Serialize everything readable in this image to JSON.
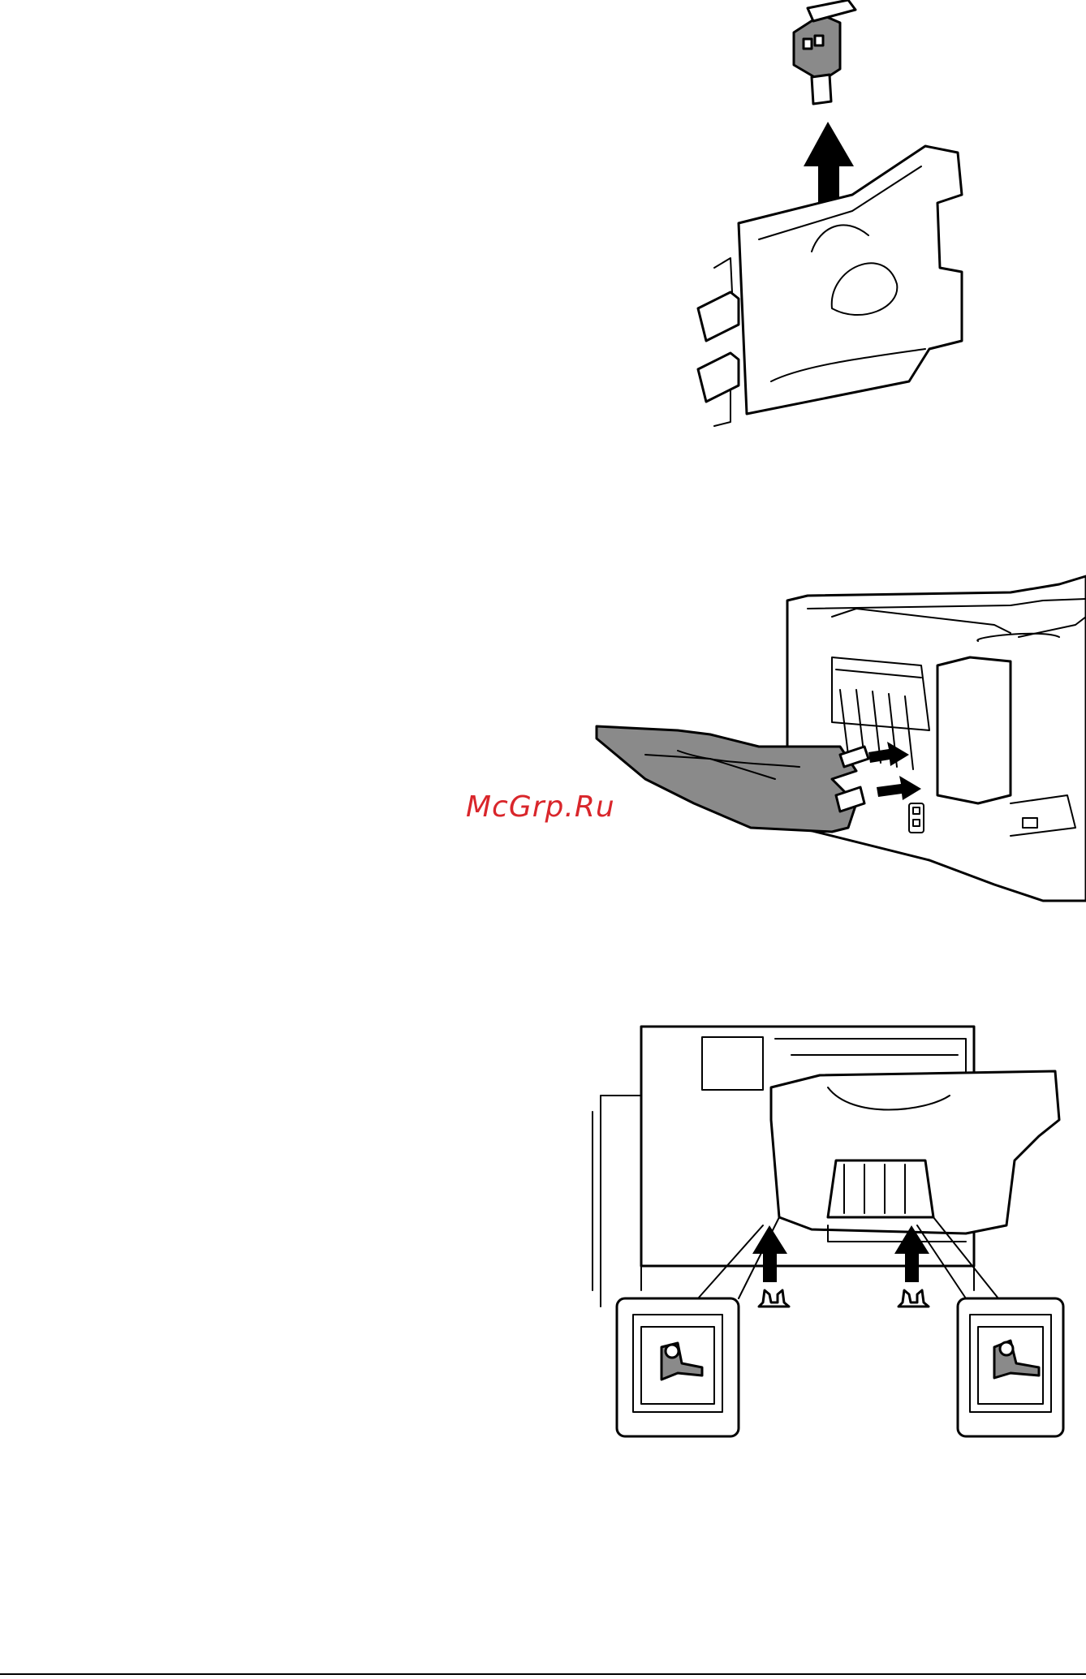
{
  "watermark": {
    "text": "McGrp.Ru",
    "color": "#d9262b"
  },
  "colors": {
    "line": "#000000",
    "part_fill": "#8a8a8a",
    "background": "#ffffff"
  },
  "figures": [
    {
      "icon": "bracket-removal-illustration"
    },
    {
      "icon": "tray-insertion-illustration"
    },
    {
      "icon": "pin-installation-illustration"
    }
  ]
}
